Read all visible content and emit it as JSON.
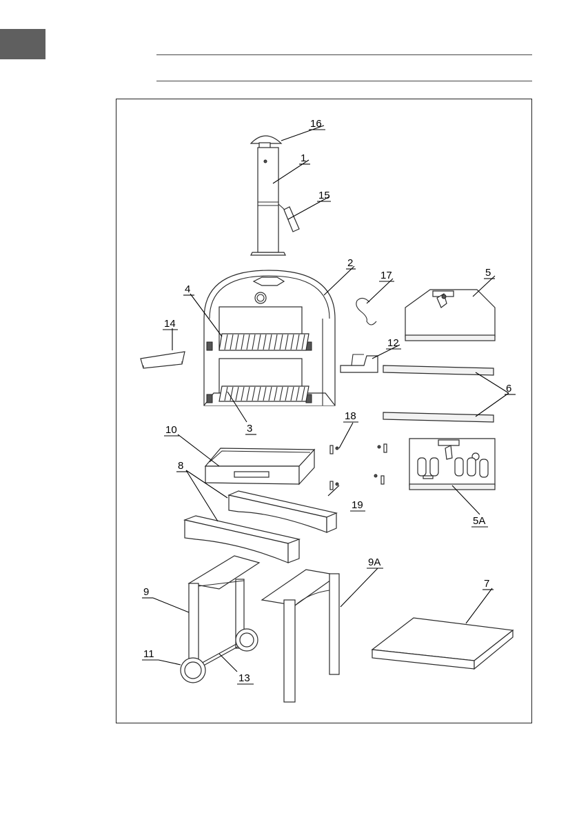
{
  "header": {
    "language_tab": ""
  },
  "diagram": {
    "part_labels": {
      "p1": "1",
      "p2": "2",
      "p3": "3",
      "p4": "4",
      "p5": "5",
      "p5a": "5A",
      "p6": "6",
      "p7": "7",
      "p8": "8",
      "p9": "9",
      "p9a": "9A",
      "p10": "10",
      "p11": "11",
      "p12": "12",
      "p13": "13",
      "p14": "14",
      "p15": "15",
      "p16": "16",
      "p17": "17",
      "p18": "18",
      "p19": "19"
    }
  }
}
